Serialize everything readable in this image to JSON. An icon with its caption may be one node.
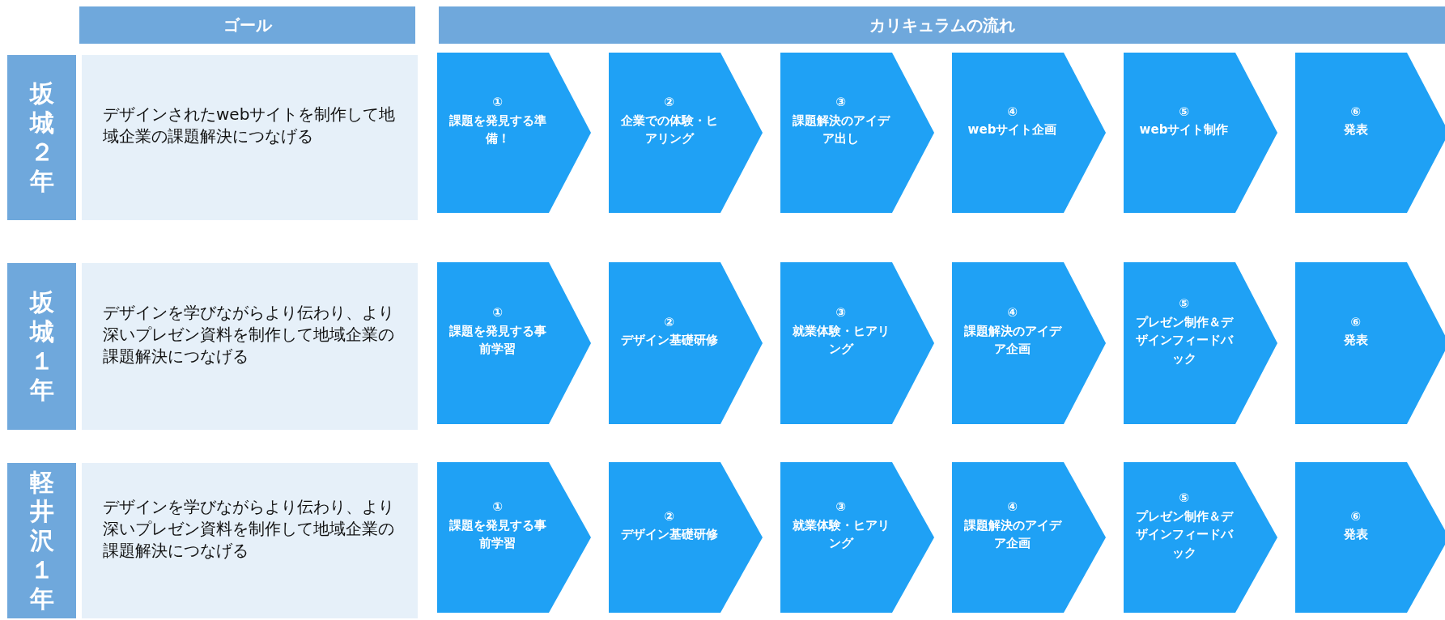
{
  "diagram": {
    "nodes": [
      {
        "text": [
          "ゴール"
        ]
      },
      {
        "text": [
          "カリキュラムの流れ"
        ]
      },
      {
        "text": [
          "坂城２年"
        ]
      },
      {
        "text": [
          "デザインされたwebサイトを制作して地域企業の課題解決につなげる"
        ]
      },
      {
        "text": [
          "①",
          "課題を発見する準備！"
        ]
      },
      {
        "text": [
          "②",
          "企業での体験・ヒアリング"
        ]
      },
      {
        "text": [
          "③",
          "課題解決のアイデア出し"
        ]
      },
      {
        "text": [
          "④",
          "webサイト企画"
        ]
      },
      {
        "text": [
          "⑤",
          "webサイト制作"
        ]
      },
      {
        "text": [
          "⑥",
          "発表"
        ]
      },
      {
        "text": [
          "坂城１年"
        ]
      },
      {
        "text": [
          "デザインを学びながらより伝わり、より深いプレゼン資料を制作して地域企業の課題解決につなげる"
        ]
      },
      {
        "text": [
          "①",
          "課題を発見する事前学習"
        ]
      },
      {
        "text": [
          "②",
          "デザイン基礎研修"
        ]
      },
      {
        "text": [
          "③",
          "就業体験・ヒアリング"
        ]
      },
      {
        "text": [
          "④",
          "課題解決のアイデア企画"
        ]
      },
      {
        "text": [
          "⑤",
          "プレゼン制作＆デザインフィードバック"
        ]
      },
      {
        "text": [
          "⑥",
          "発表"
        ]
      },
      {
        "text": [
          "軽井沢１年"
        ]
      },
      {
        "text": [
          "デザインを学びながらより伝わり、より深いプレゼン資料を制作して地域企業の課題解決につなげる"
        ]
      },
      {
        "text": [
          "①",
          "課題を発見する事前学習"
        ]
      },
      {
        "text": [
          "②",
          "デザイン基礎研修"
        ]
      },
      {
        "text": [
          "③",
          "就業体験・ヒアリング"
        ]
      },
      {
        "text": [
          "④",
          "課題解決のアイデア企画"
        ]
      },
      {
        "text": [
          "⑤",
          "プレゼン制作＆デザインフィードバック"
        ]
      },
      {
        "text": [
          "⑥",
          "発表"
        ]
      }
    ],
    "edges": []
  }
}
